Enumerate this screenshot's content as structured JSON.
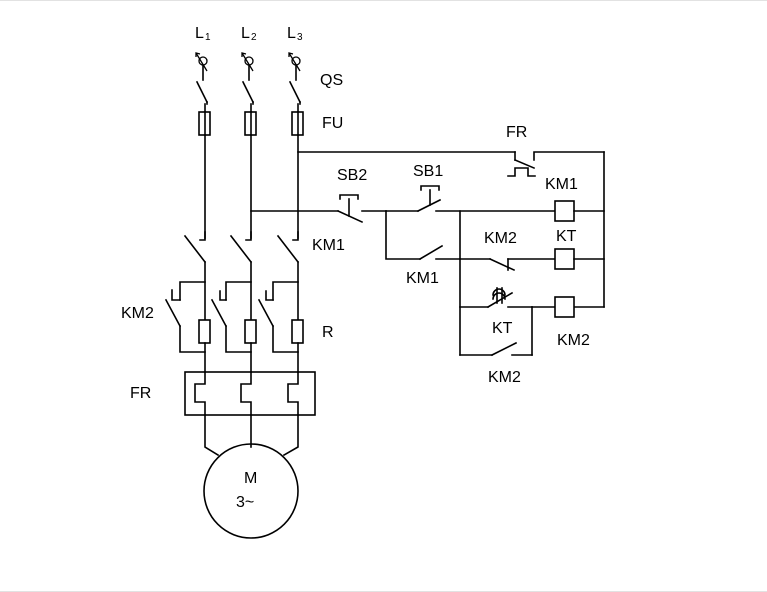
{
  "phases": [
    {
      "letter": "L",
      "sub": "1"
    },
    {
      "letter": "L",
      "sub": "2"
    },
    {
      "letter": "L",
      "sub": "3"
    }
  ],
  "labels": {
    "qs": "QS",
    "fu": "FU",
    "km1_main": "KM1",
    "km2_main": "KM2",
    "r": "R",
    "fr_main": "FR",
    "motor_m": "M",
    "motor_type": "3~",
    "fr_ctrl": "FR",
    "sb2": "SB2",
    "sb1": "SB1",
    "km1_aux": "KM1",
    "km1_coil": "KM1",
    "km2_nc": "KM2",
    "kt_coil": "KT",
    "kt_contact": "KT",
    "km2_coil": "KM2",
    "km2_no": "KM2"
  }
}
